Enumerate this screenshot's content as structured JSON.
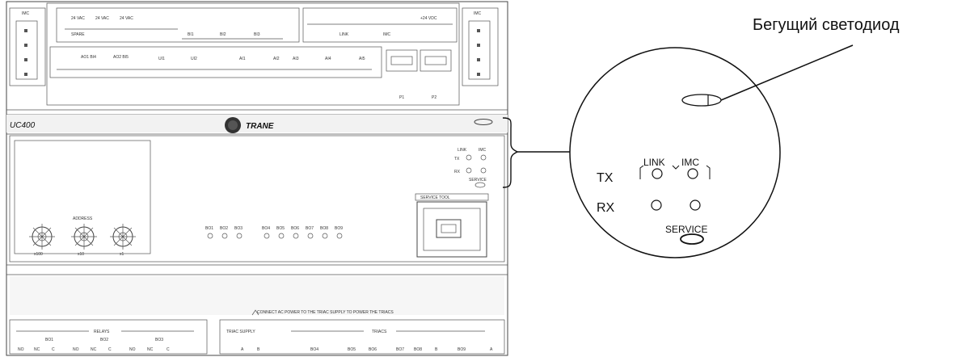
{
  "callout": {
    "title": "Бегущий светодиод"
  },
  "zoom": {
    "tx": "TX",
    "rx": "RX",
    "link": "LINK",
    "imc": "IMC",
    "service": "SERVICE"
  },
  "device": {
    "model": "UC400",
    "brand": "TRANE",
    "imc_left": "IMC",
    "imc_right": "IMC",
    "top_terminals": [
      "24 VAC",
      "24 VAC",
      "24 VAC",
      "BI1",
      "BI2",
      "BI3",
      "LINK",
      "IMC",
      "+24 VDC"
    ],
    "top_sub": "SPARE",
    "mid_terminals": [
      "AO1 BI4",
      "AO2 BI5",
      "UI1",
      "UI2",
      "AI1",
      "AI2",
      "AI3",
      "AI4",
      "AI5"
    ],
    "connectors": [
      "P1",
      "P2"
    ],
    "status": {
      "tx": "TX",
      "rx": "RX",
      "link": "LINK",
      "imc": "IMC",
      "service": "SERVICE"
    },
    "address_label": "ADDRESS",
    "dial_labels": [
      "x100",
      "x10",
      "x1"
    ],
    "service_tool": "SERVICE TOOL",
    "relay_leds": [
      "BO1",
      "BO2",
      "BO3",
      "BO4",
      "BO5",
      "BO6",
      "BO7",
      "BO8",
      "BO9"
    ],
    "note": "CONNECT AC POWER TO THE TRIAC SUPPLY TO POWER THE TRIACS",
    "relays_label": "RELAYS",
    "relay_groups": [
      "BO1",
      "BO2",
      "BO3"
    ],
    "relay_terms": [
      "NO",
      "NC",
      "C",
      "NO",
      "NC",
      "C",
      "NO",
      "NC",
      "C"
    ],
    "triac_supply": "TRIAC SUPPLY",
    "triacs": "TRIACS",
    "triac_terms": [
      "A",
      "B",
      "BO4",
      "BO5",
      "BO6",
      "BO7",
      "BO8",
      "B",
      "BO9",
      "A"
    ]
  }
}
